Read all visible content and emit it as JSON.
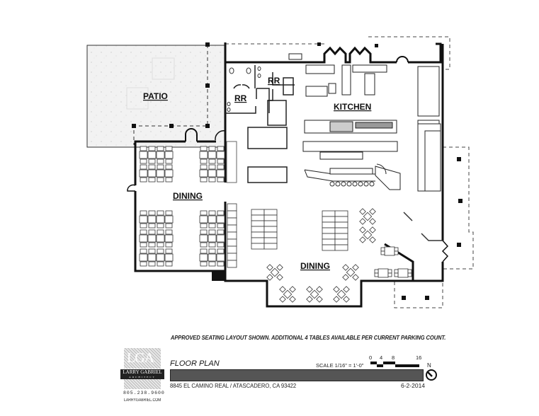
{
  "plan": {
    "rooms": {
      "patio": "PATIO",
      "restroom_1": "RR",
      "restroom_2": "RR",
      "kitchen": "KITCHEN",
      "dining_west": "DINING",
      "dining_main": "DINING"
    }
  },
  "notes": {
    "seating": "APPROVED SEATING LAYOUT SHOWN. ADDITIONAL 4 TABLES AVAILABLE PER CURRENT PARKING COUNT."
  },
  "title_block": {
    "sheet_title": "FLOOR PLAN",
    "scale_text": "SCALE 1/16\" = 1'-0\"",
    "scale_ticks": [
      "0",
      "4",
      "8",
      "16"
    ],
    "north_label": "N",
    "address": "8845 EL CAMINO REAL / ATASCADERO, CA 93422",
    "date": "6-2-2014"
  },
  "firm": {
    "logo_mark": "LGA",
    "name": "LARRY GABRIEL",
    "subtitle": "ARCHITECT",
    "phone": "805.238.9600",
    "website": "LARRYGABRIEL.COM"
  },
  "colors": {
    "wall": "#111111",
    "patio_fill": "#f1f1f1",
    "title_bar": "#555555"
  }
}
